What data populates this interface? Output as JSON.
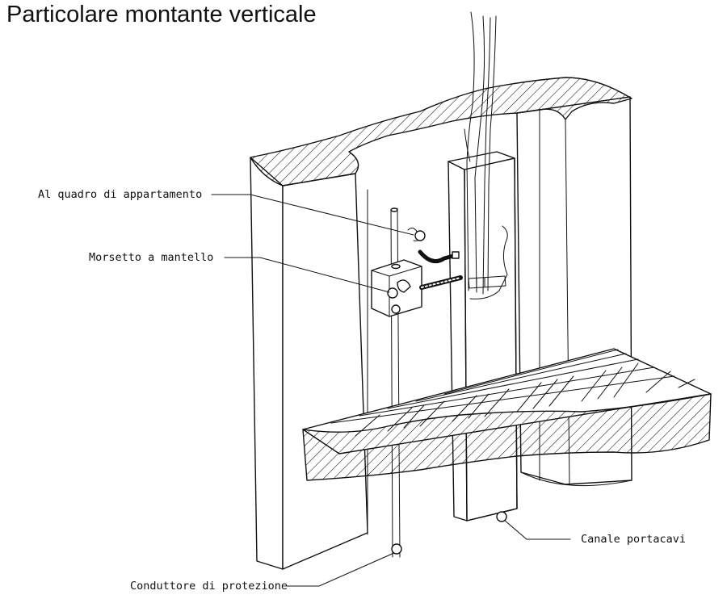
{
  "title": "Particolare montante verticale",
  "labels": {
    "al_quadro": "Al quadro di appartamento",
    "morsetto": "Morsetto a mantello",
    "canale": "Canale portacavi",
    "conduttore": "Conduttore di protezione"
  },
  "colors": {
    "ink": "#111111",
    "background": "#ffffff"
  }
}
